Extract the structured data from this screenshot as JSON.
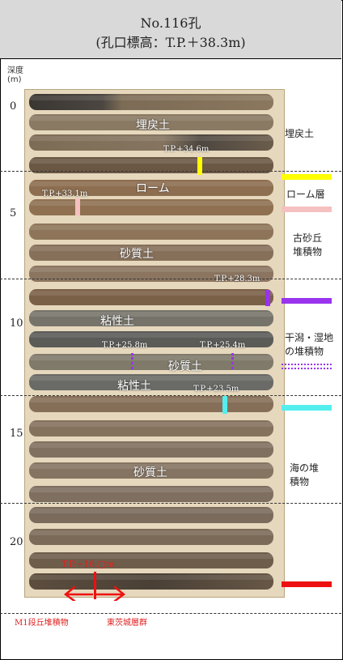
{
  "header": {
    "title": "No.116孔",
    "elevation": "(孔口標高：T.P.＋38.3m)"
  },
  "depth_axis": {
    "title": "深度",
    "unit": "(m)",
    "ticks": [
      "0",
      "5",
      "10",
      "15",
      "20"
    ]
  },
  "core_labels": {
    "umemodoshi": "埋戻土",
    "loam": "ローム",
    "sand_1": "砂質土",
    "clay_1": "粘性土",
    "sand_2": "砂質土",
    "clay_2": "粘性土",
    "sand_3": "砂質土"
  },
  "tp_labels": {
    "tp_34_6": "T.P.+34.6m",
    "tp_33_1": "T.P.+33.1m",
    "tp_28_3": "T.P.+28.3m",
    "tp_25_8": "T.P.+25.8m",
    "tp_25_4": "T.P.+25.4m",
    "tp_23_5": "T.P.+23.5m",
    "tp_16_": "T.P.+16.□m"
  },
  "units": {
    "umemodoshi": "埋戻土",
    "loam": "ローム層",
    "old_dune": [
      "古砂丘",
      "堆積物"
    ],
    "tidal_flat": [
      "干潟・湿地",
      "の堆積物"
    ],
    "marine": [
      "海の堆",
      "積物"
    ]
  },
  "bottom_labels": {
    "left": "M1段丘堆積物",
    "right": "東茨城層群"
  },
  "colors": {
    "loam_marker": "#ffff00",
    "old_dune_marker": "#f5c0c0",
    "tidal_marker": "#9933ee",
    "marine_marker": "#55eeee",
    "base_marker": "#ee1111",
    "header_bg": "#d9d9d9"
  }
}
